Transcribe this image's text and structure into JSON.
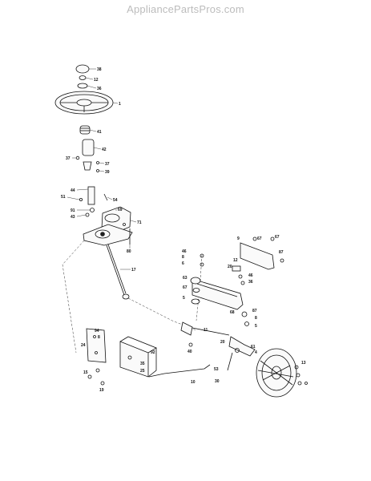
{
  "watermark": "AppliancePartsPros.com",
  "callouts": [
    "38",
    "12",
    "36",
    "1",
    "41",
    "42",
    "37",
    "37",
    "39",
    "44",
    "51",
    "54",
    "91",
    "69",
    "43",
    "71",
    "80",
    "17",
    "46",
    "8",
    "6",
    "67",
    "5",
    "63",
    "12",
    "9",
    "67",
    "67",
    "87",
    "20",
    "92",
    "94",
    "24",
    "8",
    "35",
    "11",
    "25",
    "15",
    "19",
    "40",
    "10",
    "53",
    "30",
    "20",
    "4",
    "61",
    "87",
    "8",
    "5",
    "68",
    "46",
    "13",
    "36"
  ]
}
